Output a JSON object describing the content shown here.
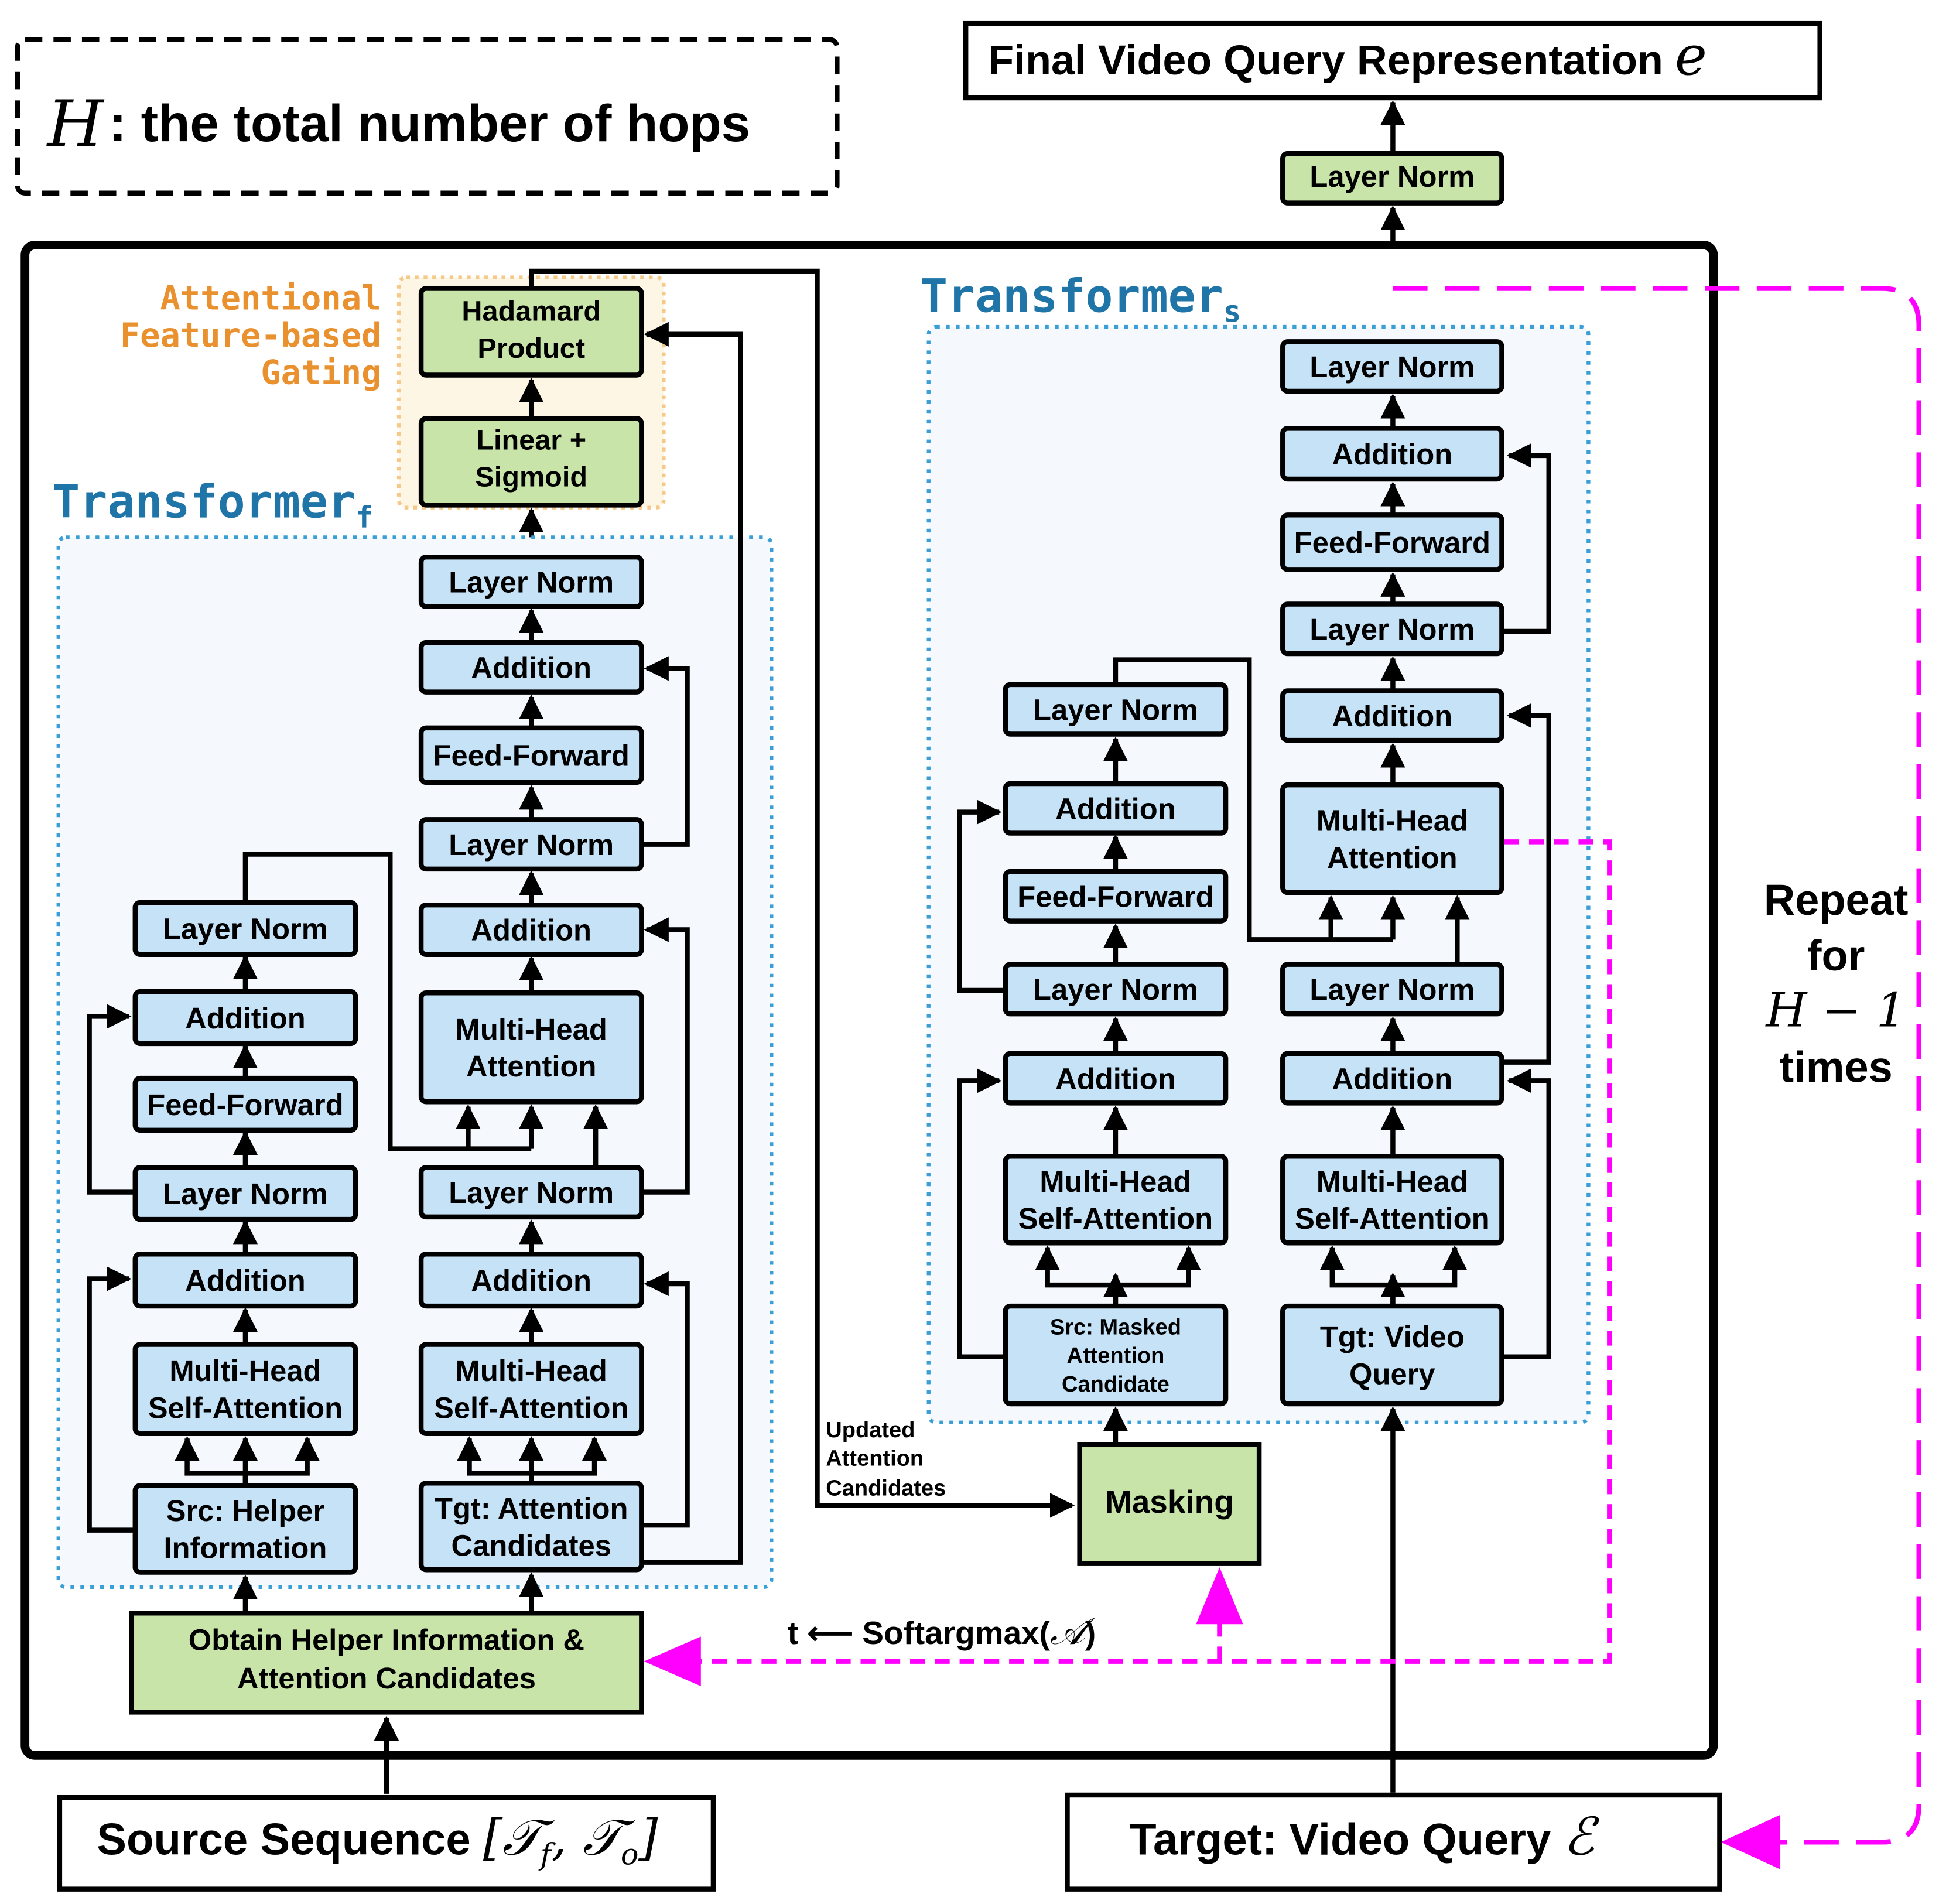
{
  "legend": {
    "var": "H",
    "text": ": the total number of hops"
  },
  "final_output": {
    "text": "Final Video Query Representation ",
    "symbol": "e"
  },
  "final_layer_norm": "Layer Norm",
  "gating": {
    "label1": "Attentional",
    "label2": "Feature-based",
    "label3": "Gating",
    "hadamard1": "Hadamard",
    "hadamard2": "Product",
    "linear1": "Linear +",
    "linear2": "Sigmoid"
  },
  "transformer_f": {
    "title": "Transformer",
    "sub": "f"
  },
  "transformer_s": {
    "title": "Transformer",
    "sub": "s"
  },
  "blocks": {
    "layer_norm": "Layer Norm",
    "addition": "Addition",
    "feed_forward": "Feed-Forward",
    "mha1": "Multi-Head",
    "mha2": "Attention",
    "mhsa1": "Multi-Head",
    "mhsa2": "Self-Attention"
  },
  "src_helper": {
    "l1": "Src: Helper",
    "l2": "Information"
  },
  "tgt_attention": {
    "l1": "Tgt: Attention",
    "l2": "Candidates"
  },
  "src_masked": {
    "l1": "Src: Masked",
    "l2": "Attention",
    "l3": "Candidate"
  },
  "tgt_video": {
    "l1": "Tgt: Video",
    "l2": "Query"
  },
  "obtain": {
    "l1": "Obtain Helper Information &",
    "l2": "Attention Candidates"
  },
  "masking": "Masking",
  "updated": {
    "l1": "Updated",
    "l2": "Attention",
    "l3": "Candidates"
  },
  "softargmax": {
    "pre": "t ⟵  Softargmax(",
    "sym": "𝒜",
    "post": ")"
  },
  "repeat": {
    "l1": "Repeat",
    "l2": "for",
    "l3": "H − 1",
    "l4": "times"
  },
  "source_seq": {
    "text": "Source Sequence ",
    "math": "[𝒯",
    "f": "f",
    "mid": ", 𝒯",
    "o": "o",
    "end": "]"
  },
  "target": {
    "text": "Target: Video Query ",
    "symbol": "ℰ"
  },
  "colors": {
    "blue_fill": "#c6e2f7",
    "green_fill": "#c9e4a9",
    "panel_fill": "#f5f9fd",
    "dotted_blue": "#3a9fd6",
    "title_blue": "#1f74a8",
    "orange": "#e8912e",
    "gating_bg": "#fdf6e4",
    "magenta": "#ff00ff"
  }
}
